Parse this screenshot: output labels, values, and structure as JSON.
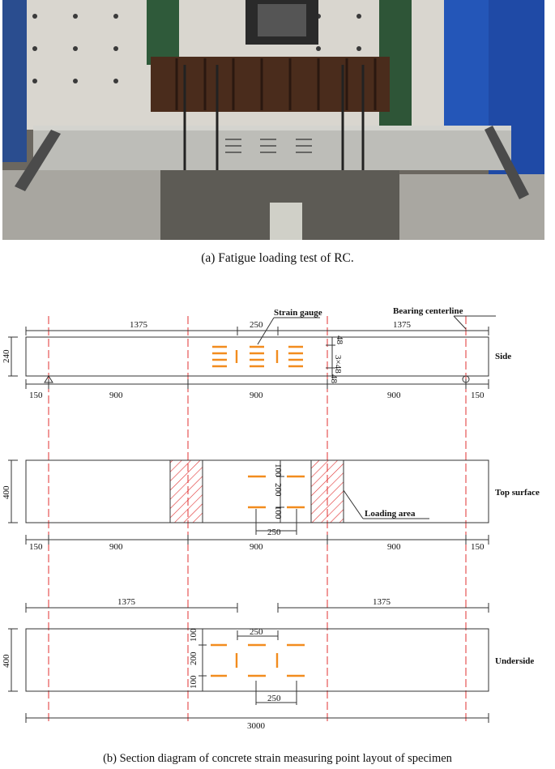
{
  "captions": {
    "photo": "(a) Fatigue loading test of RC.",
    "diagram": "(b) Section diagram of concrete strain measuring point layout of specimen"
  },
  "labels": {
    "strain_gauge": "Strain gauge",
    "bearing_centerline": "Bearing centerline",
    "loading_area": "Loading area",
    "side": "Side",
    "top_surface": "Top surface",
    "underside": "Underside"
  },
  "dims": {
    "d1375": "1375",
    "d250": "250",
    "d900": "900",
    "d150": "150",
    "d240": "240",
    "d400": "400",
    "d100": "100",
    "d200": "200",
    "d48": "48",
    "d3x48": "3×48",
    "d3000": "3000"
  },
  "colors": {
    "gauge": "#f28c1e",
    "centerline": "#e03030",
    "hatch": "#e03030"
  }
}
